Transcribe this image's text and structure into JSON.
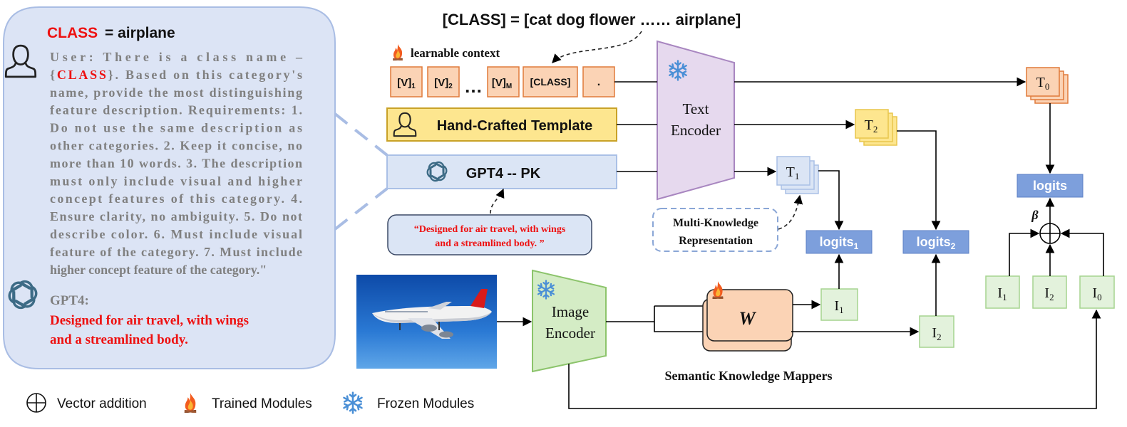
{
  "panel": {
    "class_label": "CLASS",
    "class_value": "= airplane",
    "user_lines": [
      "User: There is a class name –",
      "{CLASS}. Based on this category's",
      "name, provide the most distinguishing",
      "feature description. Requirements: 1.",
      "Do not use the same description as",
      "other categories. 2. Keep it concise, no",
      "more than 10 words. 3. The description",
      "must only include visual and higher",
      "concept features of this category. 4.",
      "Ensure clarity, no ambiguity. 5. Do not",
      "describe color. 6. Must include visual",
      "feature of the category. 7. Must include",
      "higher concept feature of the category.\""
    ],
    "gpt_label": "GPT4:",
    "gpt_answer_lines": [
      "Designed for air travel, with wings",
      "and a streamlined body."
    ]
  },
  "top_equation": "[CLASS] = [cat dog flower …… airplane]",
  "learnable_context_label": "learnable context",
  "tokens": {
    "v1": "[V]",
    "v1_sub": "1",
    "v2": "[V]",
    "v2_sub": "2",
    "vm": "[V]",
    "vm_sub": "M",
    "dots": "…",
    "class_token": "[CLASS]",
    "period": "."
  },
  "hand_crafted_label": "Hand-Crafted Template",
  "gpt_pk_label": "GPT4 -- PK",
  "quote_lines": [
    "“Designed for air travel, with wings",
    "and a streamlined body. ”"
  ],
  "text_encoder_lines": [
    "Text",
    "Encoder"
  ],
  "image_encoder_lines": [
    "Image",
    "Encoder"
  ],
  "outputs": {
    "t0": "T",
    "t0_sub": "0",
    "t1": "T",
    "t1_sub": "1",
    "t2": "T",
    "t2_sub": "2",
    "i1": "I",
    "i1_sub": "1",
    "i2": "I",
    "i2_sub": "2",
    "ri1": "I",
    "ri1_sub": "1",
    "ri2": "I",
    "ri2_sub": "2",
    "ri0": "I",
    "ri0_sub": "0"
  },
  "multi_knowledge_lines": [
    "Multi-Knowledge",
    "Representation"
  ],
  "logits1": "logits",
  "logits1_sub": "1",
  "logits2": "logits",
  "logits2_sub": "2",
  "logits": "logits",
  "beta": "β",
  "w_label": "W",
  "mappers_label": "Semantic Knowledge Mappers",
  "legend": {
    "vector_addition": "Vector addition",
    "trained": "Trained Modules",
    "frozen": "Frozen Modules"
  },
  "colors": {
    "panel_fill": "#dce4f5",
    "panel_stroke": "#a9bde4",
    "red_text": "#ee1111",
    "gray_text": "#808080",
    "orange_fill": "#fbd3b5",
    "orange_stroke": "#e07a3a",
    "yellow_fill": "#fde68f",
    "yellow_stroke": "#c9a227",
    "blue_fill": "#dbe5f5",
    "blue_stroke": "#aac0e6",
    "logits_fill": "#7d9fdc",
    "green_fill": "#e3f2dc",
    "green_stroke": "#a5d48f",
    "purple_fill": "#e6d9ee",
    "purple_stroke": "#a886c0",
    "image_enc_fill": "#d4ecc5",
    "image_enc_stroke": "#8cc46b"
  },
  "icons": [
    "user-icon",
    "openai-icon",
    "fire-icon",
    "snowflake-icon",
    "circled-plus-icon",
    "airplane-photo"
  ]
}
